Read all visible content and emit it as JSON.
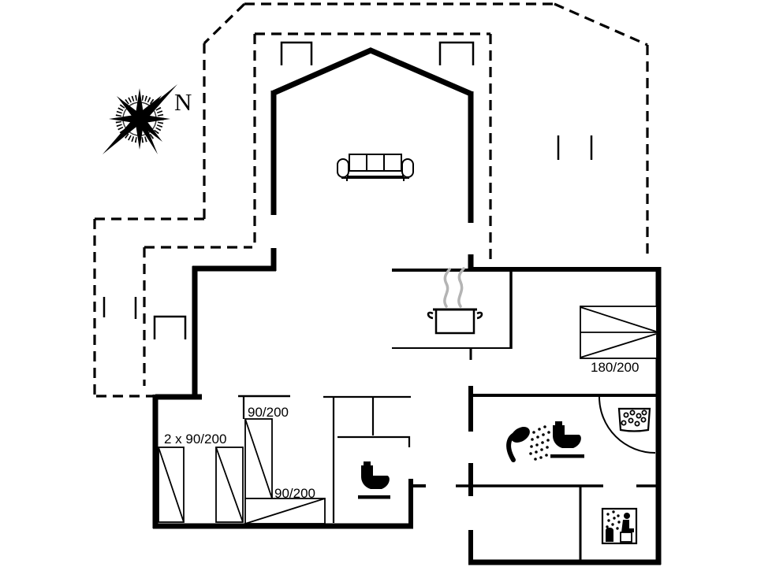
{
  "document": {
    "type": "house floor plan drawing",
    "background_color": "#ffffff",
    "ink_color": "#000000",
    "steam_color": "#b4b4b4"
  },
  "compass": {
    "north_label": "N"
  },
  "bed_labels": {
    "double": "180/200",
    "single_upper": "90/200",
    "single_lower": "90/200",
    "pair": "2 x 90/200"
  },
  "icons": {
    "compass_rose": "compass-rose-icon",
    "sofa": "sofa-icon",
    "cooking_pot": "cooking-pot-icon",
    "wc_toilet": "wc-toilet-icon",
    "bathroom_toilet": "bathroom-toilet-icon",
    "shower": "shower-icon",
    "washbasin": "washbasin-icon",
    "sauna": "sauna-icon",
    "double_bed": "double-bed-icon",
    "single_bed": "single-bed-icon",
    "door_swing": "door-swing-icon"
  }
}
